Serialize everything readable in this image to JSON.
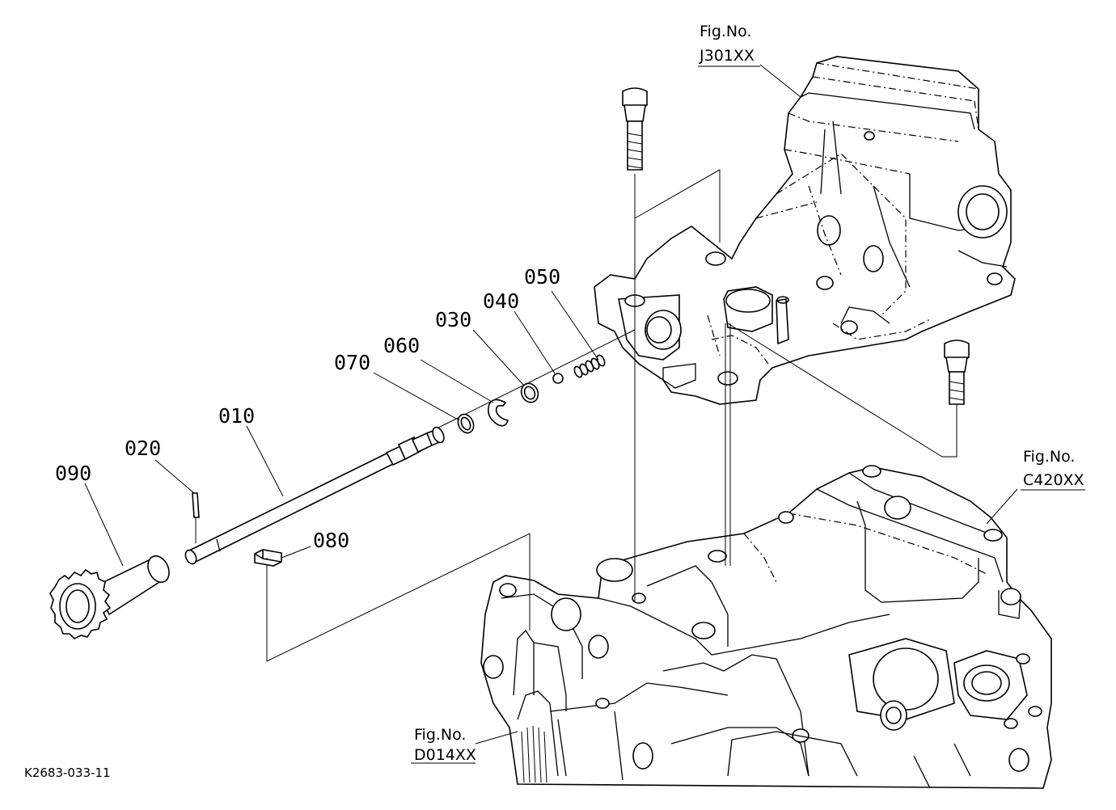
{
  "diagram": {
    "part_labels": [
      {
        "id": "010",
        "text": "010"
      },
      {
        "id": "020",
        "text": "020"
      },
      {
        "id": "030",
        "text": "030"
      },
      {
        "id": "040",
        "text": "040"
      },
      {
        "id": "050",
        "text": "050"
      },
      {
        "id": "060",
        "text": "060"
      },
      {
        "id": "070",
        "text": "070"
      },
      {
        "id": "080",
        "text": "080"
      },
      {
        "id": "090",
        "text": "090"
      }
    ],
    "figure_refs": [
      {
        "id": "j301",
        "caption": "Fig.No.",
        "number": "J301XX"
      },
      {
        "id": "c420",
        "caption": "Fig.No.",
        "number": "C420XX"
      },
      {
        "id": "d014",
        "caption": "Fig.No.",
        "number": "D014XX"
      }
    ],
    "drawing_code": "K2683-033-11"
  }
}
